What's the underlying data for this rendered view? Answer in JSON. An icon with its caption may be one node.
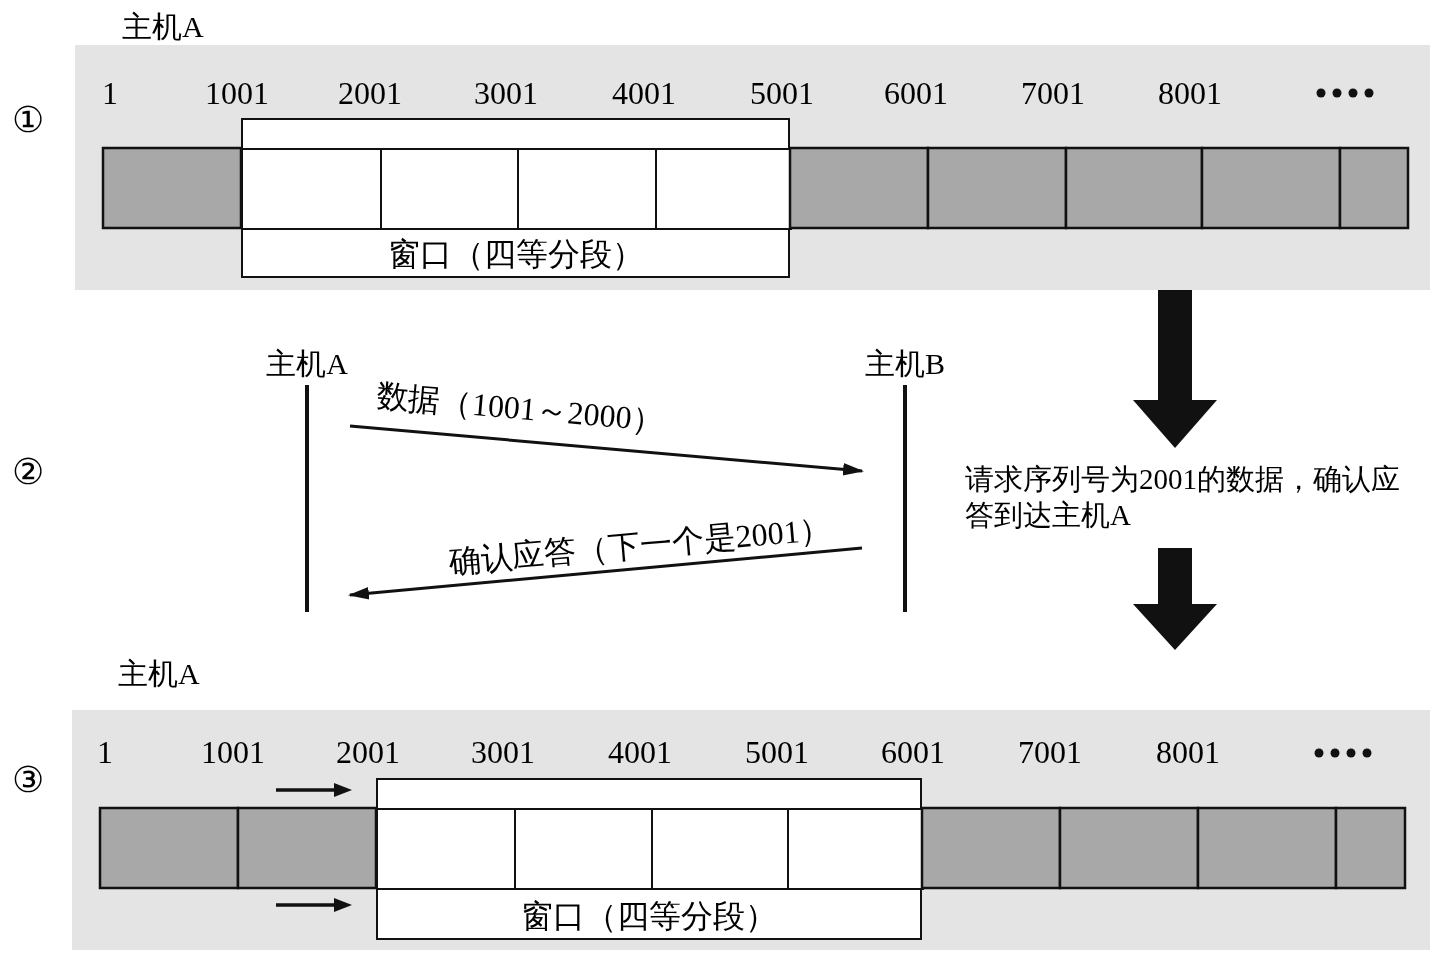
{
  "diagram": {
    "nodes": [
      {
        "text": [
          "主机A"
        ]
      },
      {
        "text": [
          "窗口（四等分段）"
        ],
        "in": 0
      },
      {
        "text": [
          "主机A"
        ]
      },
      {
        "text": [
          "主机B"
        ]
      },
      {
        "text": [
          "主机A"
        ]
      },
      {
        "text": [
          "窗口（四等分段）"
        ],
        "in": 4
      }
    ],
    "edges": [
      {
        "from": 2,
        "to": 3,
        "arrow": "to",
        "label": "数据（1001～2000）"
      },
      {
        "from": 3,
        "to": 2,
        "arrow": "to",
        "label": "确认应答（下一个是2001）"
      },
      {
        "from": 0,
        "to": 4,
        "arrow": "to",
        "style": "thick",
        "label": "请求序列号为2001的数据，确认应答到达主机A"
      }
    ],
    "labels": [
      "①",
      "1",
      "1001",
      "2001",
      "3001",
      "4001",
      "5001",
      "6001",
      "7001",
      "8001",
      "②",
      "③",
      "1",
      "1001",
      "2001",
      "3001",
      "4001",
      "5001",
      "6001",
      "7001",
      "8001"
    ]
  }
}
